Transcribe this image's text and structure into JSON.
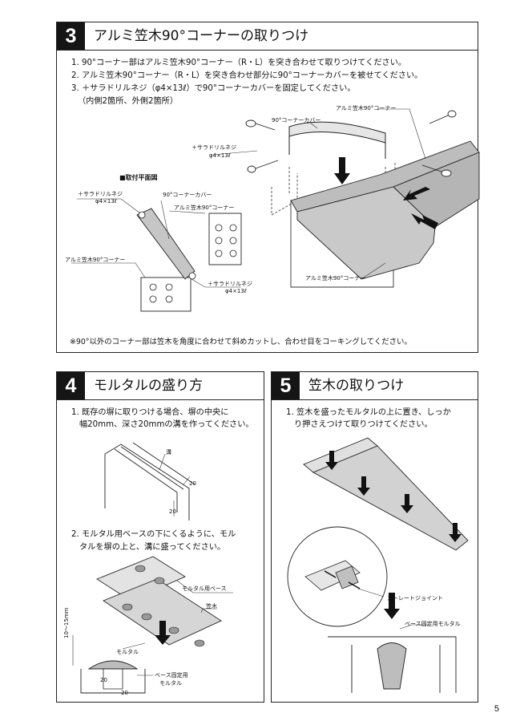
{
  "section3": {
    "number": "3",
    "title": "アルミ笠木90°コーナーの取りつけ",
    "steps": [
      "1. 90°コーナー部はアルミ笠木90°コーナー（R・L）を突き合わせて取りつけてください。",
      "2. アルミ笠木90°コーナー（R・L）を突き合わせ部分に90°コーナーカバーを被せてください。",
      "3. ＋サラドリルネジ（φ4×13ℓ）で90°コーナーカバーを固定してください。",
      "（内側2箇所、外側2箇所）"
    ],
    "labels": {
      "cover_main": "90°コーナーカバー",
      "corner_top": "アルミ笠木90°コーナー",
      "screw_main_1": "＋サラドリルネジ",
      "screw_main_2": "φ4×13ℓ",
      "corner_bottom": "アルミ笠木90°コーナー",
      "plan_title": "■取付平面図",
      "plan_screw_a_1": "＋サラドリルネジ",
      "plan_screw_a_2": "φ4×13ℓ",
      "plan_cover": "90°コーナーカバー",
      "plan_corner_r": "アルミ笠木90°コーナー",
      "plan_corner_l": "アルミ笠木90°コーナー",
      "plan_screw_b_1": "＋サラドリルネジ",
      "plan_screw_b_2": "φ4×13ℓ"
    },
    "note": "※90°以外のコーナー部は笠木を角度に合わせて斜めカットし、合わせ目をコーキングしてください。"
  },
  "section4": {
    "number": "4",
    "title": "モルタルの盛り方",
    "step1": [
      "1. 既存の塀に取りつける場合、塀の中央に",
      "幅20mm、深さ20mmの溝を作ってください。"
    ],
    "step2": [
      "2. モルタル用ベースの下にくるように、モル",
      "タルを塀の上と、溝に盛ってください。"
    ],
    "labels": {
      "groove": "溝",
      "dim_20a": "20",
      "dim_20b": "20",
      "mortar_base": "モルタル用ベース",
      "kasagi": "笠木",
      "mortar": "モルタル",
      "dim_range": "10～15mm",
      "dim_20c": "20",
      "dim_20d": "20",
      "base_mortar_1": "ベース固定用",
      "base_mortar_2": "モルタル"
    }
  },
  "section5": {
    "number": "5",
    "title": "笠木の取りつけ",
    "step1": [
      "1. 笠木を盛ったモルタルの上に置き、しっか",
      "り押さえつけて取りつけてください。"
    ],
    "labels": {
      "joint": "ストレートジョイント",
      "base_mortar": "ベース固定用モルタル"
    }
  },
  "page_number": "5"
}
